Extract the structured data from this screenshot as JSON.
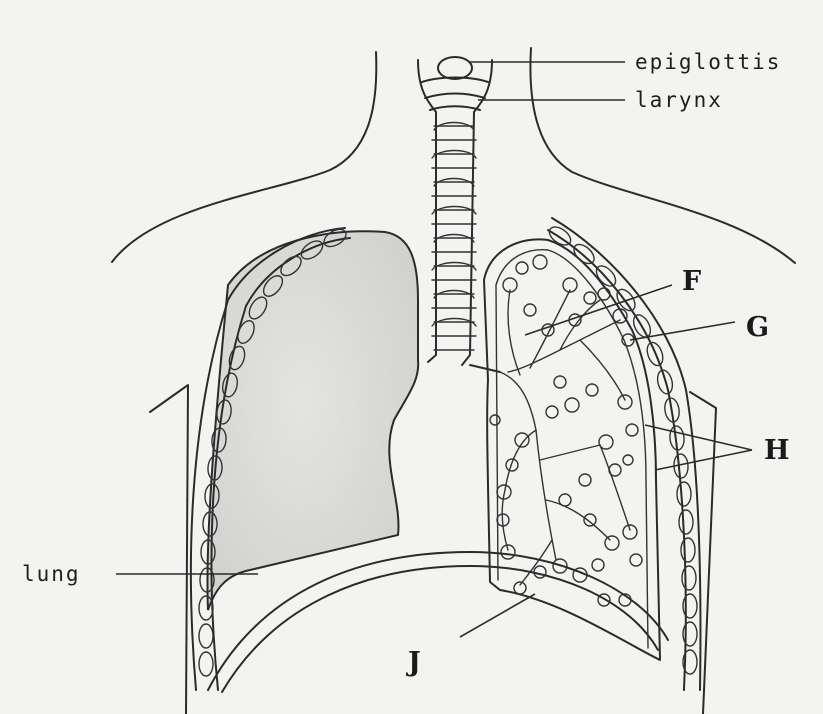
{
  "labels": {
    "epiglottis": "epiglottis",
    "larynx": "larynx",
    "lung": "lung",
    "F": "F",
    "G": "G",
    "H": "H",
    "J": "J"
  }
}
